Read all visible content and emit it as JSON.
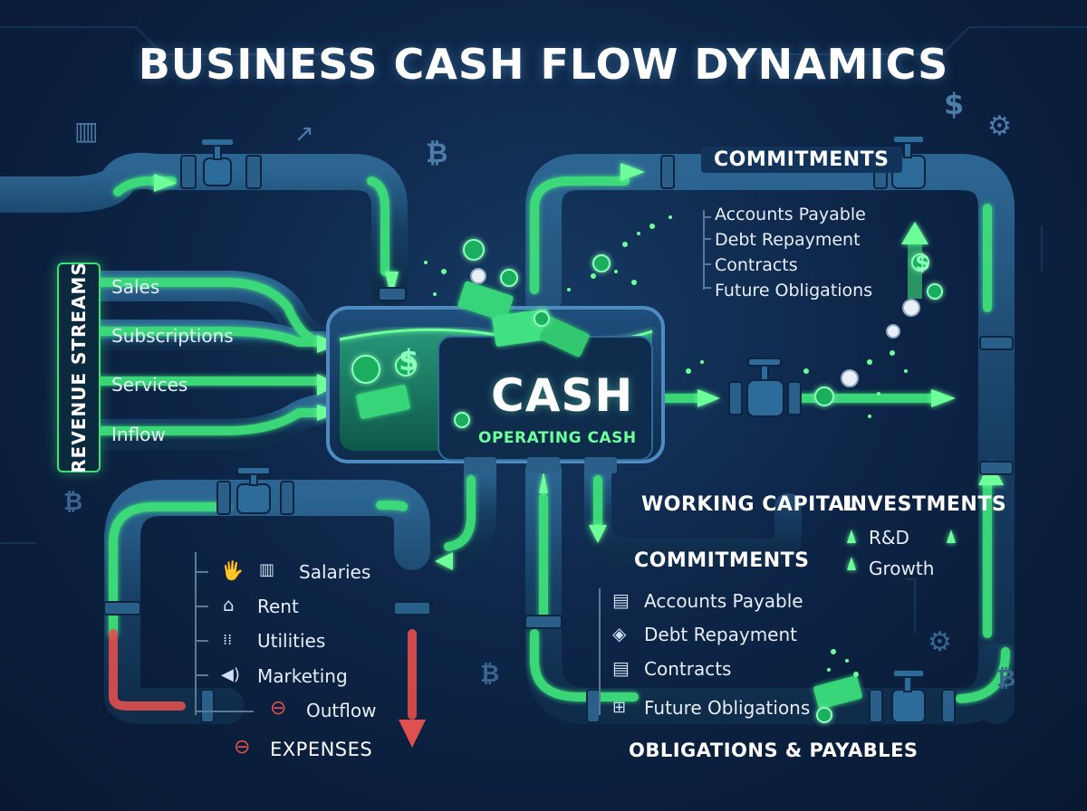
{
  "title": "BUSINESS CASH FLOW DYNAMICS",
  "revenue": {
    "label": "REVENUE STREAMS",
    "items": [
      "Sales",
      "Subscriptions",
      "Services",
      "Inflow"
    ]
  },
  "cash": {
    "main": "CASH",
    "sub": "OPERATING CASH"
  },
  "commitments_top": {
    "title": "COMMITMENTS",
    "items": [
      "Accounts Payable",
      "Debt Repayment",
      "Contracts",
      "Future Obligations"
    ]
  },
  "expenses": {
    "items": [
      "Salaries",
      "Rent",
      "Utilities",
      "Marketing"
    ],
    "outflow": "Outflow",
    "label": "EXPENSES"
  },
  "working_capital": "WORKING CAPITAL",
  "commitments_bottom": {
    "title": "COMMITMENTS",
    "items": [
      "Accounts Payable",
      "Debt Repayment",
      "Contracts",
      "Future Obligations"
    ]
  },
  "investments": {
    "title": "INVESTMENTS",
    "items": [
      "R&D",
      "Growth"
    ]
  },
  "obligations": "OBLIGATIONS & PAYABLES",
  "colors": {
    "accent": "#3ee07a",
    "pipe": "#1e4a72",
    "background": "#0d2547",
    "negative": "#e0504f"
  },
  "icons": [
    "bar-chart-icon",
    "trend-up-icon",
    "bitcoin-icon",
    "dollar-icon",
    "gear-icon",
    "hand-coin-icon",
    "home-icon",
    "megaphone-icon",
    "minus-circle-icon",
    "document-icon",
    "stack-icon",
    "network-icon"
  ]
}
